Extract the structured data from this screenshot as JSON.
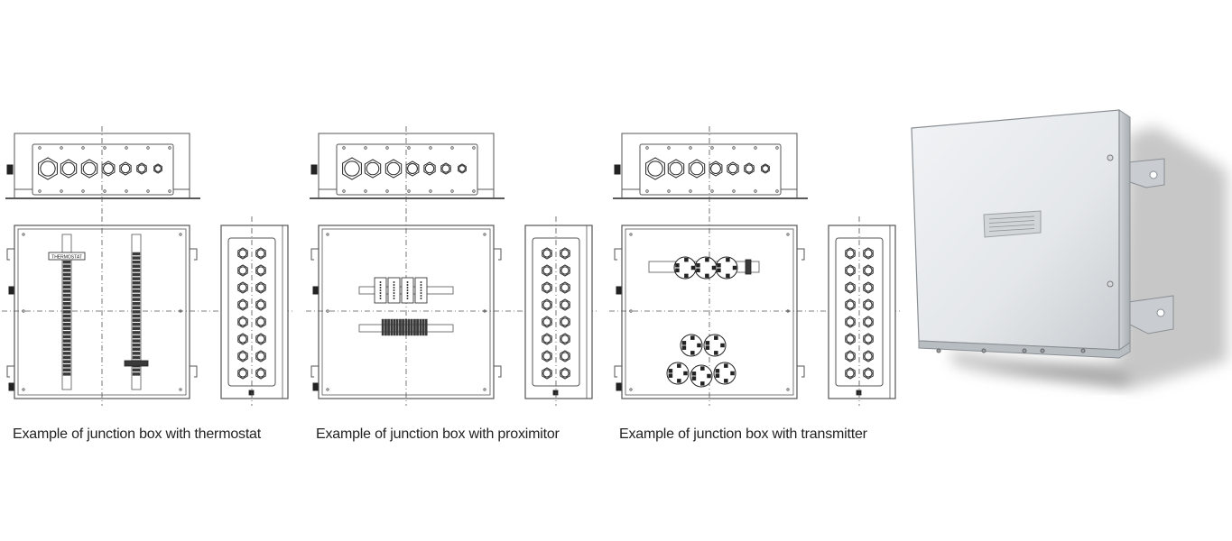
{
  "drawings": [
    {
      "caption": "Example of junction box with thermostat",
      "variant": "thermostat",
      "tag_label": "THERMOSTAT"
    },
    {
      "caption": "Example of junction box with proximitor",
      "variant": "proximitor"
    },
    {
      "caption": "Example of junction box with transmitter",
      "variant": "transmitter"
    }
  ],
  "colors": {
    "line": "#555555",
    "dark": "#222222",
    "terminal": "#3a3a3a",
    "photo_body": "#e4e7ea",
    "photo_shadow": "#9a9a9a"
  },
  "photo": {
    "name": "stainless-steel-enclosure-photo"
  }
}
